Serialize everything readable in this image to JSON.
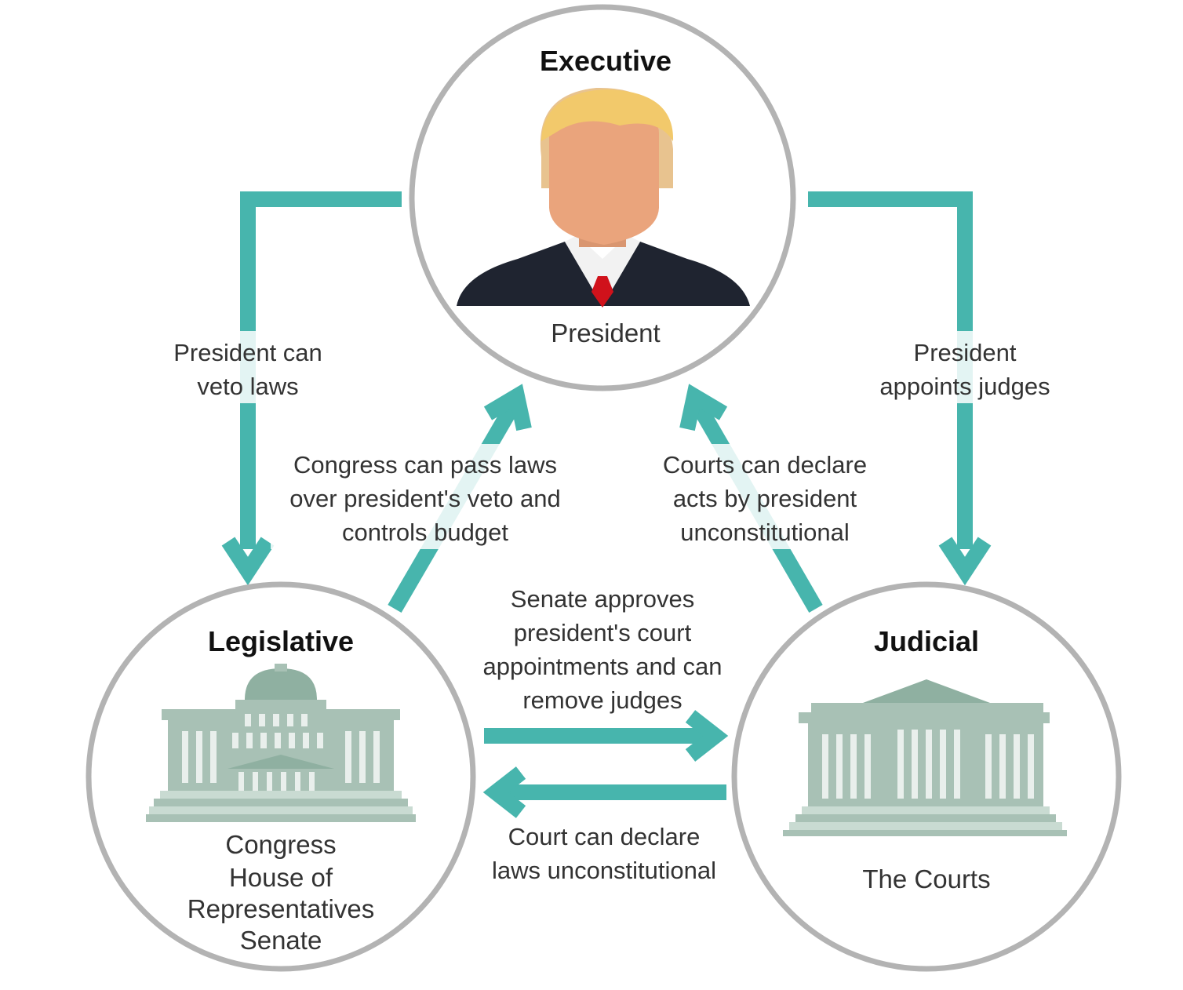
{
  "branches": {
    "executive": {
      "title": "Executive",
      "subtitle": "President"
    },
    "legislative": {
      "title": "Legislative",
      "lines": [
        "Congress",
        "House of",
        "Representatives",
        "Senate"
      ]
    },
    "judicial": {
      "title": "Judicial",
      "subtitle": "The Courts"
    }
  },
  "relations": {
    "veto": [
      "President can",
      "veto laws"
    ],
    "appoints": [
      "President",
      "appoints judges"
    ],
    "override": [
      "Congress can pass laws",
      "over president's veto and",
      "controls budget"
    ],
    "courts_president": [
      "Courts can declare",
      "acts by president",
      "unconstitutional"
    ],
    "senate": [
      "Senate approves",
      "president's court",
      "appointments and can",
      "remove judges"
    ],
    "court_laws": [
      "Court can declare",
      "laws unconstitutional"
    ]
  },
  "colors": {
    "arrow": "#47b5ad",
    "ring": "#b3b3b3",
    "building": "#a8c1b5",
    "suit": "#1f2430",
    "tie": "#d0121b",
    "hair": "#f2c96b",
    "skin": "#eaa47c"
  },
  "icons": {
    "executive": "president-portrait-icon",
    "legislative": "capitol-building-icon",
    "judicial": "courthouse-icon"
  }
}
